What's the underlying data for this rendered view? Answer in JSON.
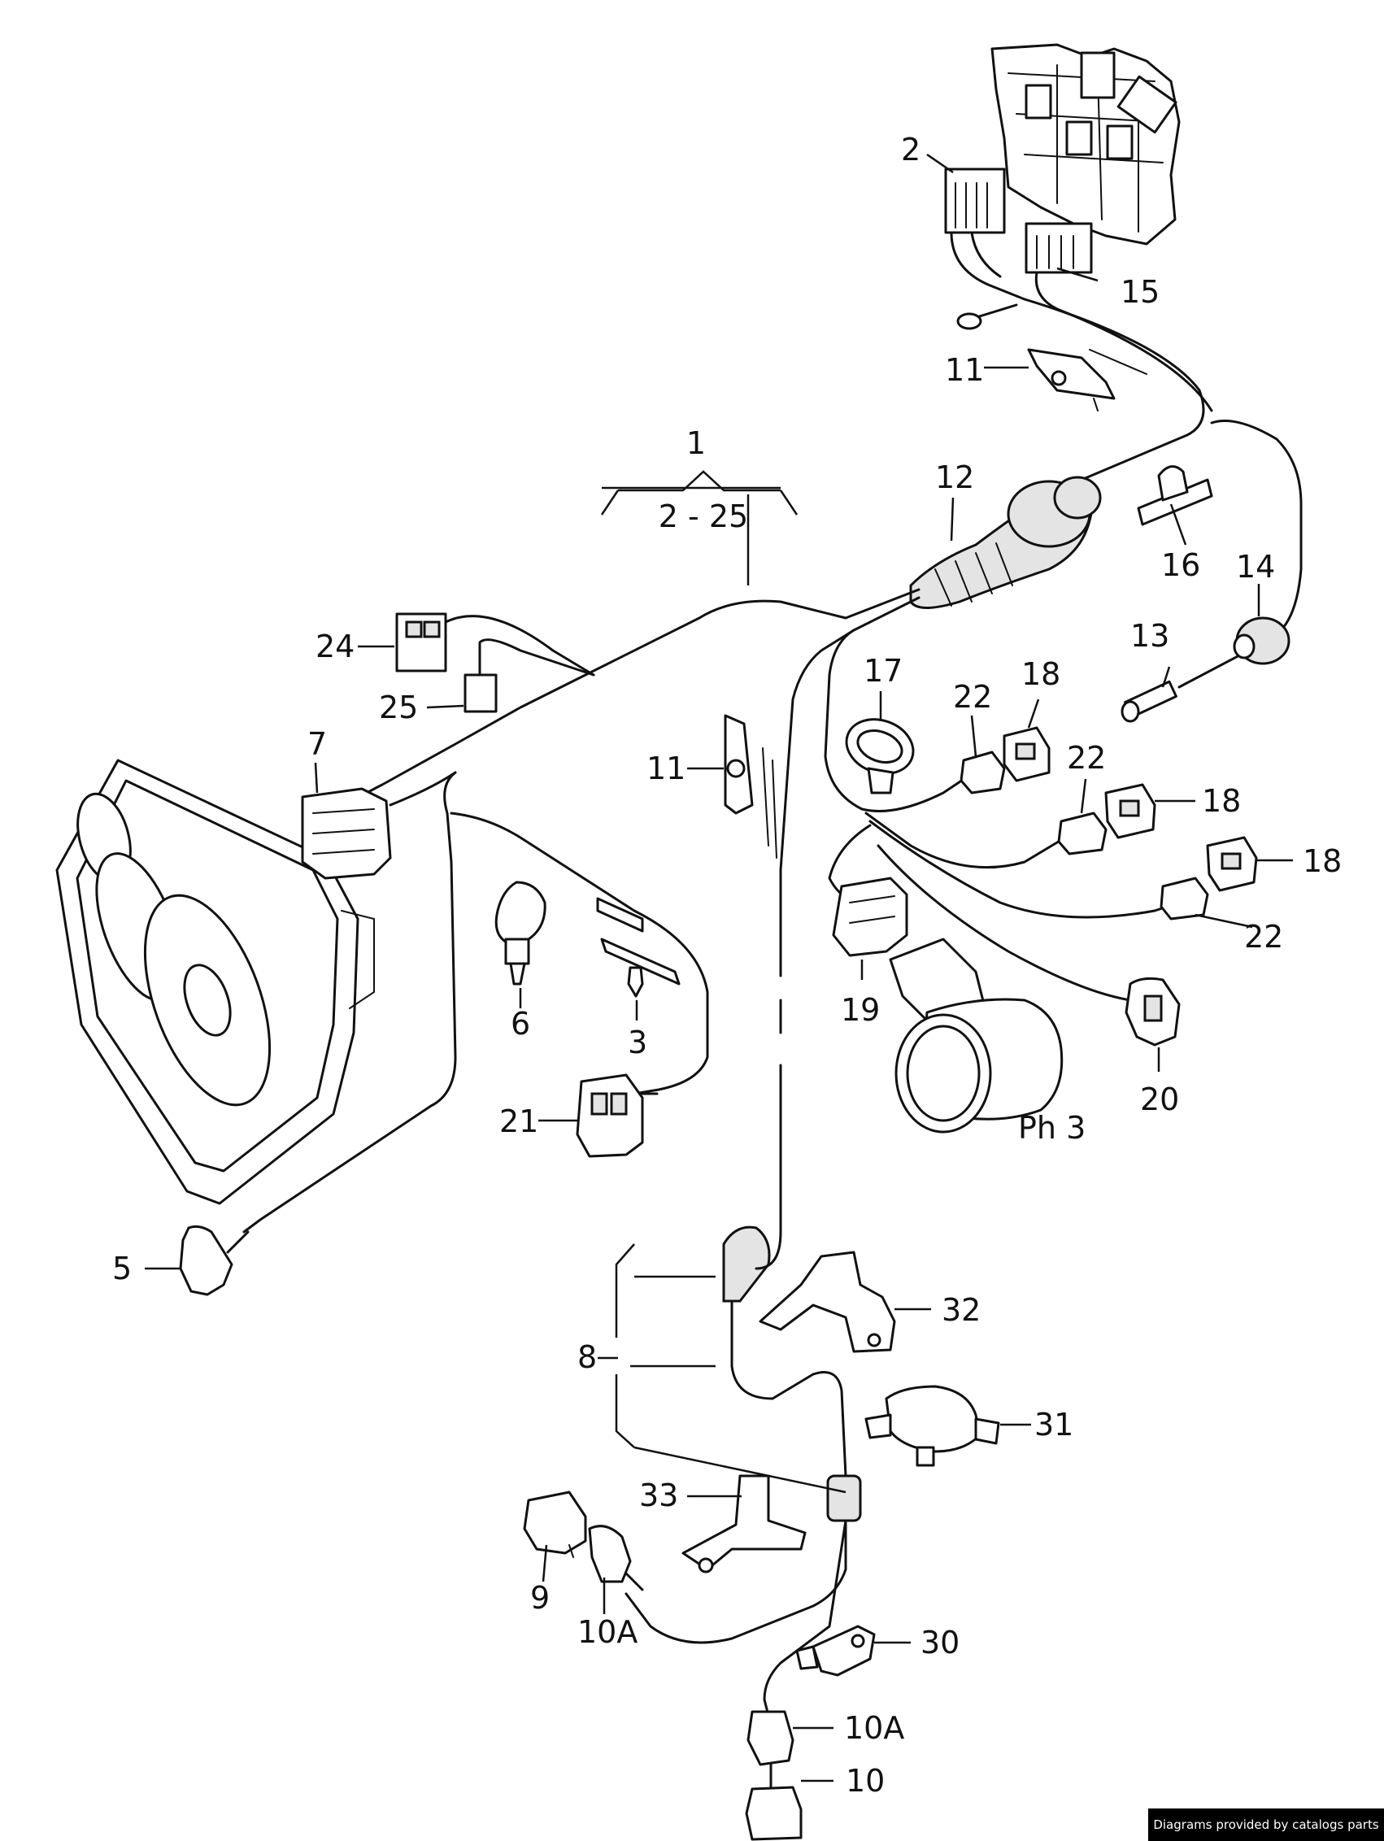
{
  "diagram": {
    "group_top": {
      "number": "1",
      "range": "2 - 25"
    },
    "callouts": {
      "c2": "2",
      "c15": "15",
      "c11a": "11",
      "c12": "12",
      "c16": "16",
      "c14": "14",
      "c13": "13",
      "c24": "24",
      "c25": "25",
      "c7": "7",
      "c11b": "11",
      "c17": "17",
      "c22a": "22",
      "c18a": "18",
      "c22b": "22",
      "c18b": "18",
      "c18c": "18",
      "c22c": "22",
      "c6": "6",
      "c3": "3",
      "c19": "19",
      "c20": "20",
      "ph3": "Ph 3",
      "c21": "21",
      "c5": "5",
      "c32": "32",
      "c8": "8",
      "c31": "31",
      "c33": "33",
      "c9": "9",
      "c10a_left": "10A",
      "c30": "30",
      "c10a_bottom": "10A",
      "c10": "10"
    },
    "credit": "Diagrams provided by catalogs parts"
  }
}
